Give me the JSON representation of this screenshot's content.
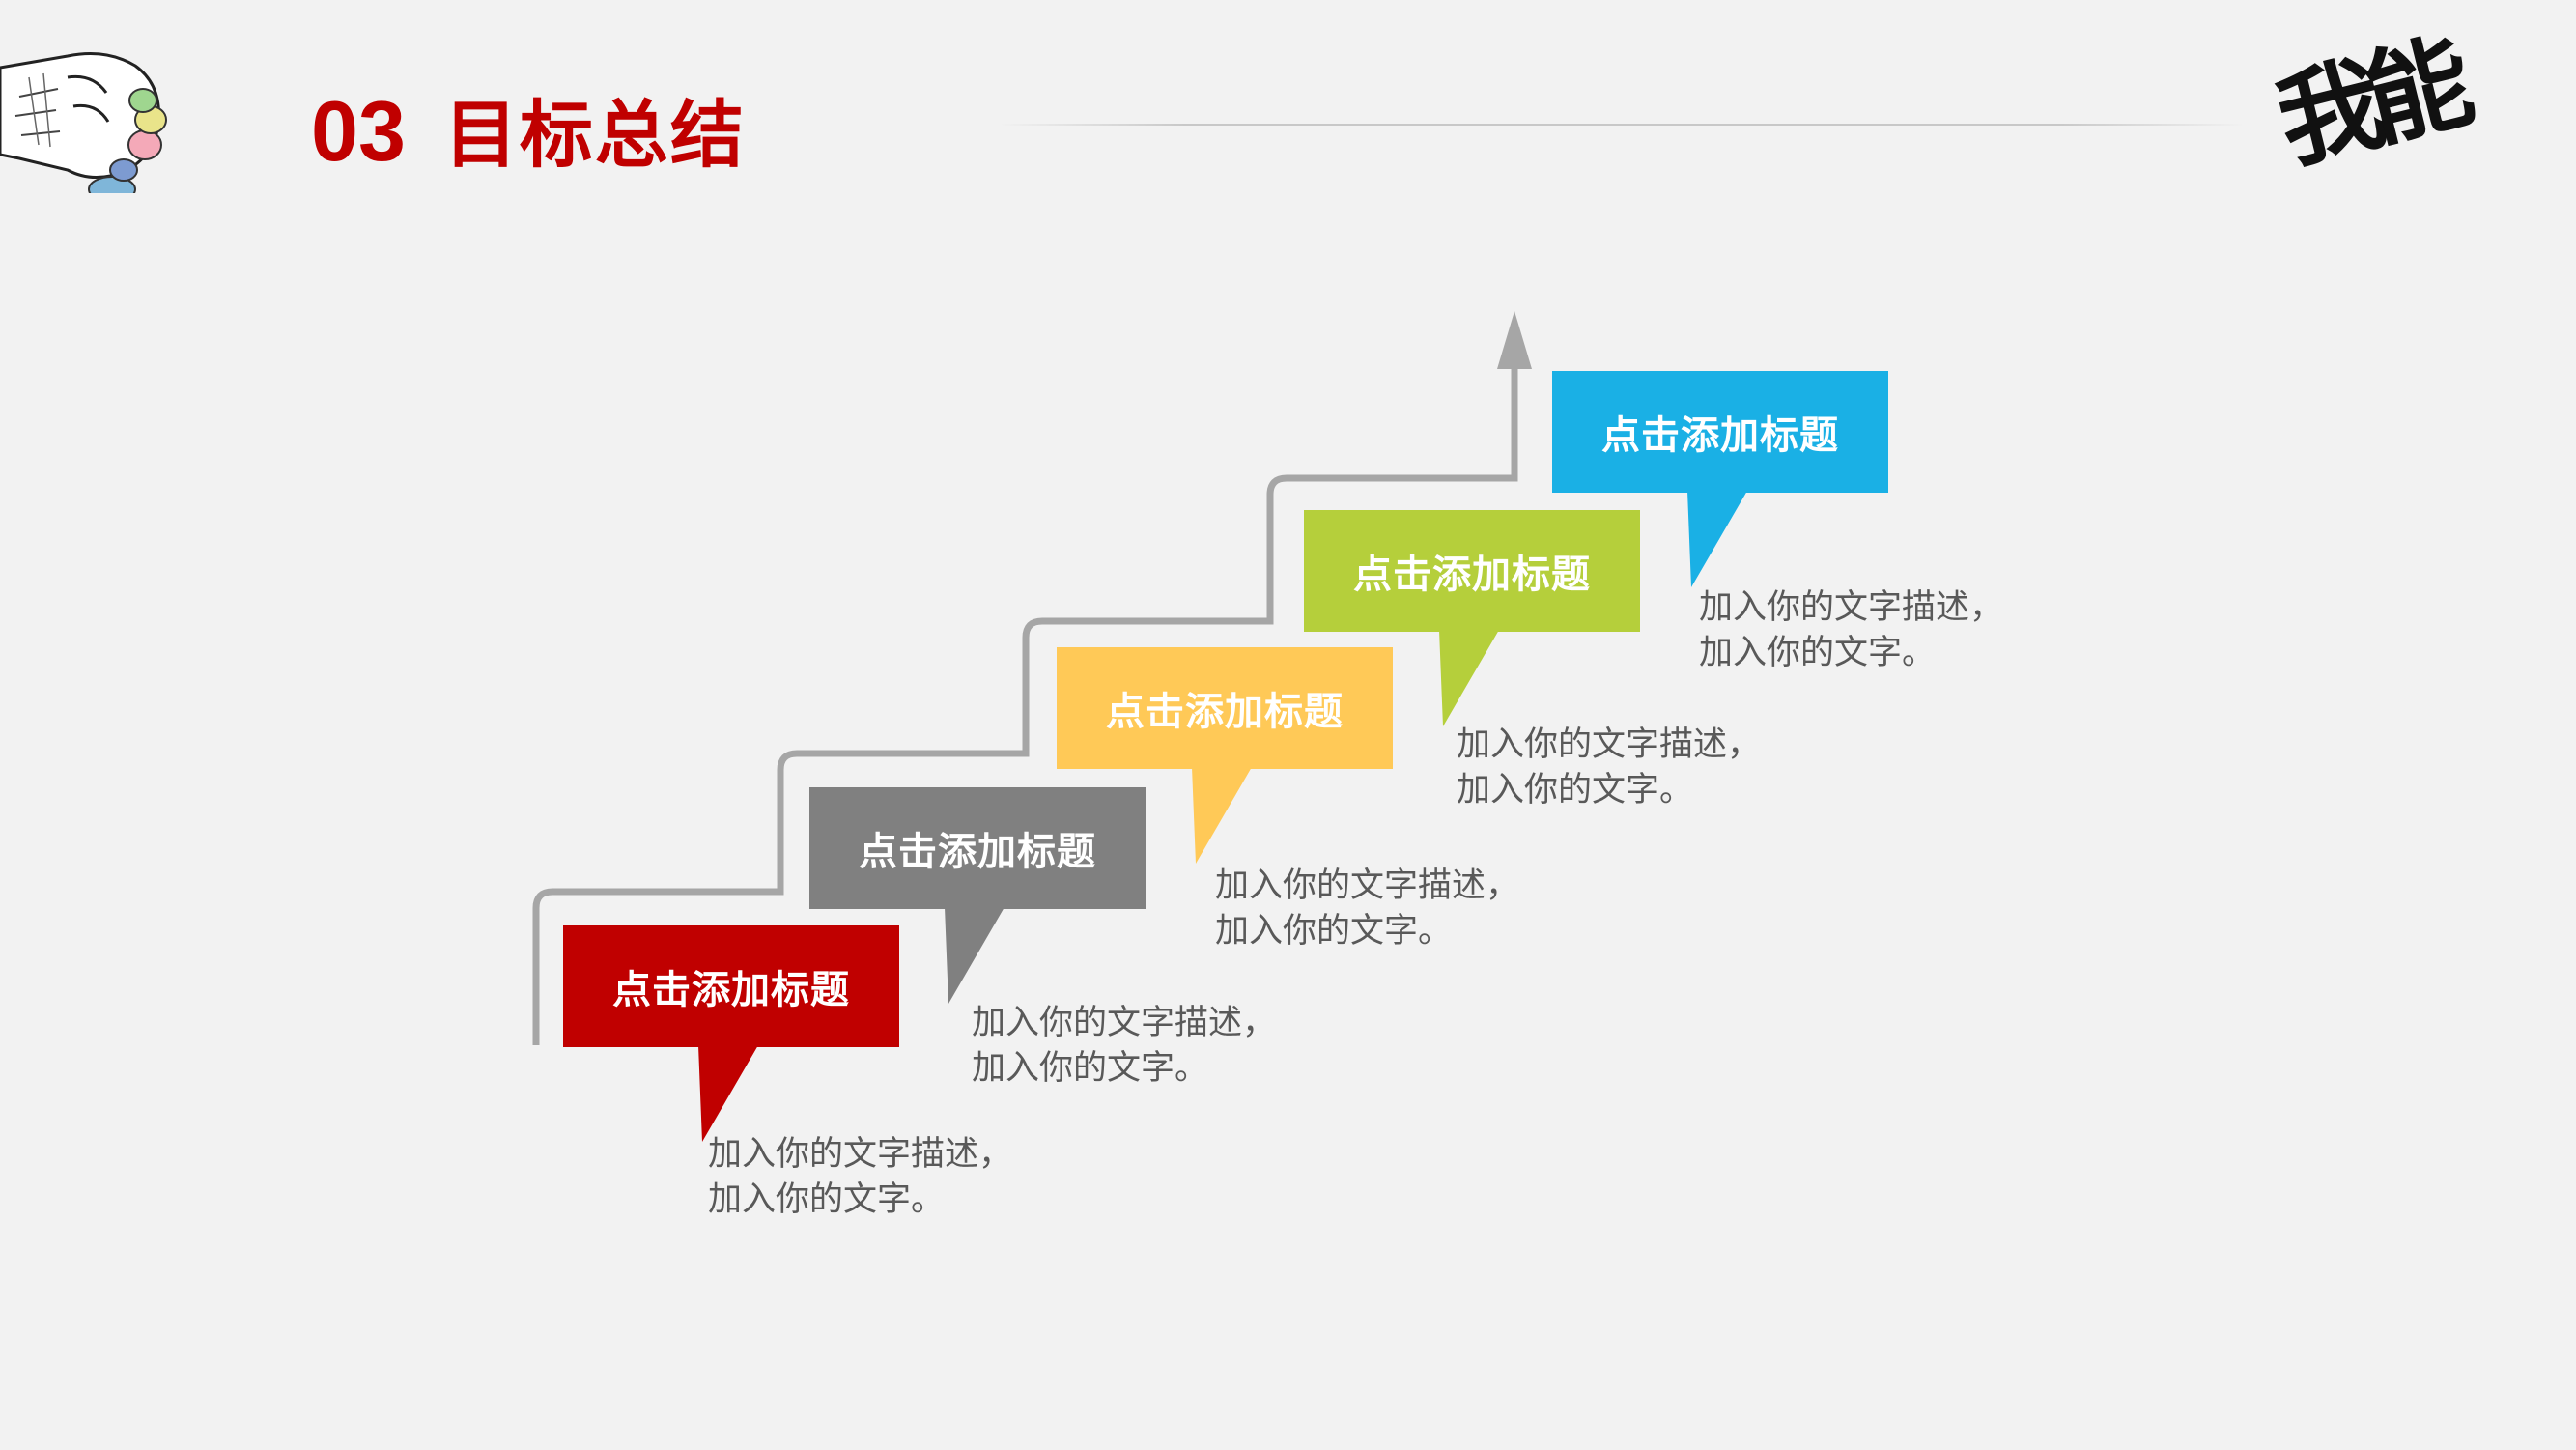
{
  "header": {
    "number": "03",
    "title": "目标总结",
    "brand_mark": "我能"
  },
  "colors": {
    "title_red": "#c00000",
    "step1": "#c00000",
    "step2": "#808080",
    "step3": "#ffc957",
    "step4": "#b5cf3b",
    "step5": "#1ab0e5",
    "stair_line": "#a6a6a6",
    "description_text": "#595959"
  },
  "steps": [
    {
      "title": "点击添加标题",
      "line1": "加入你的文字描述，",
      "line2": "加入你的文字。"
    },
    {
      "title": "点击添加标题",
      "line1": "加入你的文字描述，",
      "line2": "加入你的文字。"
    },
    {
      "title": "点击添加标题",
      "line1": "加入你的文字描述，",
      "line2": "加入你的文字。"
    },
    {
      "title": "点击添加标题",
      "line1": "加入你的文字描述，",
      "line2": "加入你的文字。"
    },
    {
      "title": "点击添加标题",
      "line1": "加入你的文字描述，",
      "line2": "加入你的文字。"
    }
  ]
}
